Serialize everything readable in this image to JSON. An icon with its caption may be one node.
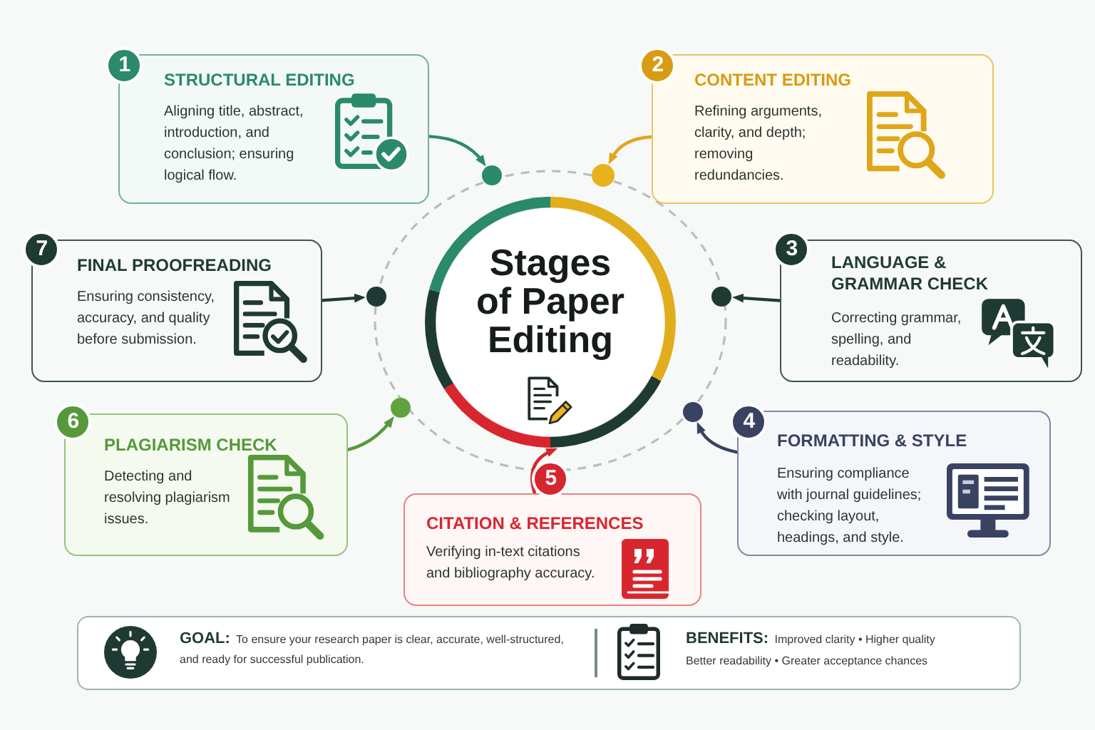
{
  "diagram": {
    "nodes": [
      {
        "text": [
          "1",
          "STRUCTURAL EDITING",
          "Aligning title, abstract, introduction, and conclusion; ensuring logical flow."
        ]
      },
      {
        "text": [
          "2",
          "CONTENT EDITING",
          "Refining arguments, clarity, and depth; removing redundancies."
        ]
      },
      {
        "text": [],
        "shape": "circle"
      },
      {
        "text": [],
        "shape": "circle"
      },
      {
        "text": [
          "Stages of Paper Editing"
        ]
      },
      {
        "text": [
          "7",
          "FINAL PROOFREADING",
          "Ensuring consistency, accuracy, and quality before submission."
        ]
      },
      {
        "text": [],
        "shape": "circle"
      },
      {
        "text": [],
        "shape": "circle"
      },
      {
        "text": [
          "3",
          "LANGUAGE & GRAMMAR CHECK",
          "Correcting grammar, spelling, and readability."
        ]
      },
      {
        "text": [
          "6",
          "PLAGIARISM CHECK",
          "Detecting and resolving plagiarism issues."
        ]
      },
      {
        "text": [],
        "shape": "circle"
      },
      {
        "text": [],
        "shape": "circle"
      },
      {
        "text": [
          "4",
          "FORMATTING & STYLE",
          "Ensuring compliance with journal guidelines; checking layout, headings, and style."
        ]
      },
      {
        "text": [
          "5",
          "CITATION & REFERENCES",
          "Verifying in-text citations and bibliography accuracy."
        ]
      },
      {
        "text": [
          "**GOAL:** To ensure your research paper is clear, accurate, well-structured, and ready for successful publication.",
          "**BENEFITS:** Improved clarity • Higher quality",
          "Better readability • Greater acceptance chances"
        ]
      }
    ],
    "edges": [
      {
        "from": 0,
        "to": 2,
        "arrow": "to",
        "color": "#2a8a6a"
      },
      {
        "from": 1,
        "to": 3,
        "arrow": "to",
        "color": "#e0a61a"
      },
      {
        "from": 5,
        "to": 6,
        "arrow": "to"
      },
      {
        "from": 8,
        "to": 7,
        "arrow": "to"
      },
      {
        "from": 9,
        "to": 10,
        "arrow": "to",
        "color": "#55993a"
      },
      {
        "from": 12,
        "to": 11,
        "arrow": "to",
        "color": "#3a4262"
      },
      {
        "from": 13,
        "to": 4,
        "arrow": "to",
        "color": "#d8262f"
      }
    ]
  }
}
